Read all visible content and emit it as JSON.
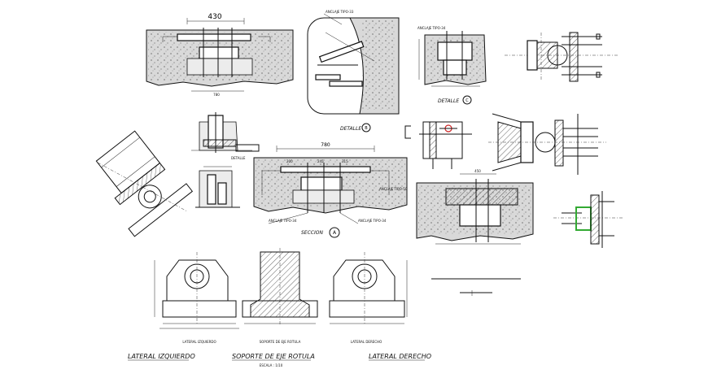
{
  "drawing": {
    "dim_top": "430",
    "dim_center": "780",
    "label_section": "SECCION",
    "section_letter": "A",
    "label_detalle": "DETALLE",
    "detalle_letter": "B",
    "label_detalle2": "DETALLE",
    "detalle2_letter": "C",
    "anclaje_left": "ANCLAJE TIPO-34",
    "anclaje_right": "ANCLAJE TIPO-34",
    "anclaje_side": "ANCLAJE TIPO-50",
    "anclaje_top": "ANCLAJE TIPO-33",
    "bottom_titles": {
      "left": "LATERAL IZQUIERDO",
      "center": "SOPORTE DE EJE ROTULA",
      "center_scale": "ESCALA : 1/10",
      "right": "LATERAL DERECHO"
    },
    "small_titles": {
      "left": "LATERAL IZQUIERDO",
      "center": "SOPORTE DE EJE ROTULA",
      "right": "LATERAL DERECHO"
    }
  },
  "colors": {
    "line": "#111111",
    "concrete": "#d9d9d9",
    "accent_red": "#cc2222",
    "accent_green": "#33aa33"
  }
}
